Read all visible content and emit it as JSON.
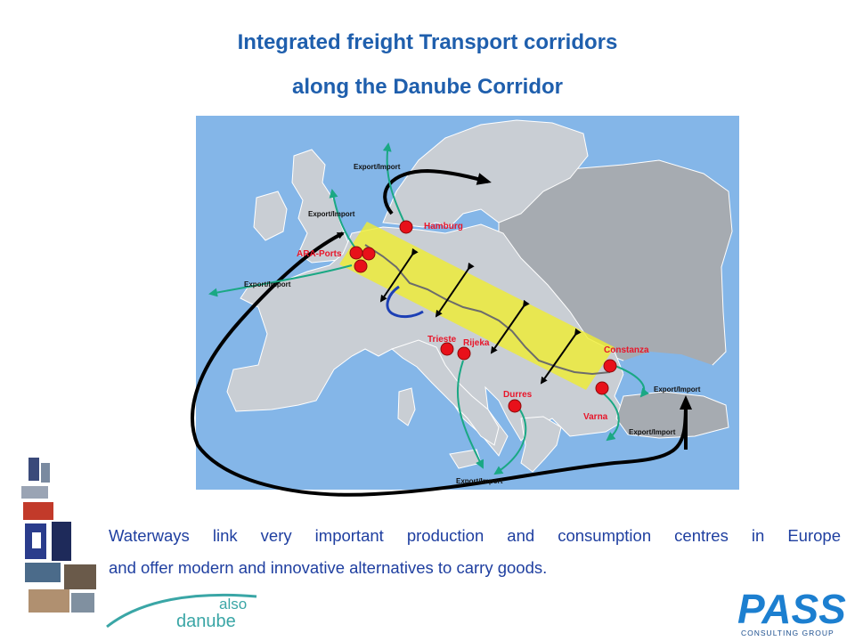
{
  "title": {
    "line1": "Integrated freight Transport corridors",
    "line2": "along the Danube Corridor"
  },
  "map": {
    "ports": [
      "Hamburg",
      "ARA-Ports",
      "Trieste",
      "Rijeka",
      "Constanza",
      "Durres",
      "Varna"
    ],
    "flow_label": "Export/Import",
    "colors": {
      "land_eu": "#c9ced4",
      "land_other": "#a6abb1",
      "sea": "#84b6e8",
      "corridor": "#f0ee30",
      "port": "#e8101a",
      "flow_arrow": "#1aa884",
      "route": "#000000",
      "danube": "#6c6c6c"
    }
  },
  "caption": {
    "line1": "Waterways link very important production and consumption centres in Europe",
    "line2": "and offer modern and innovative alternatives to carry goods."
  },
  "logos": {
    "also_danube_top": "also",
    "also_danube_bottom": "danube",
    "pass_main": "PASS",
    "pass_sub": "CONSULTING GROUP"
  }
}
